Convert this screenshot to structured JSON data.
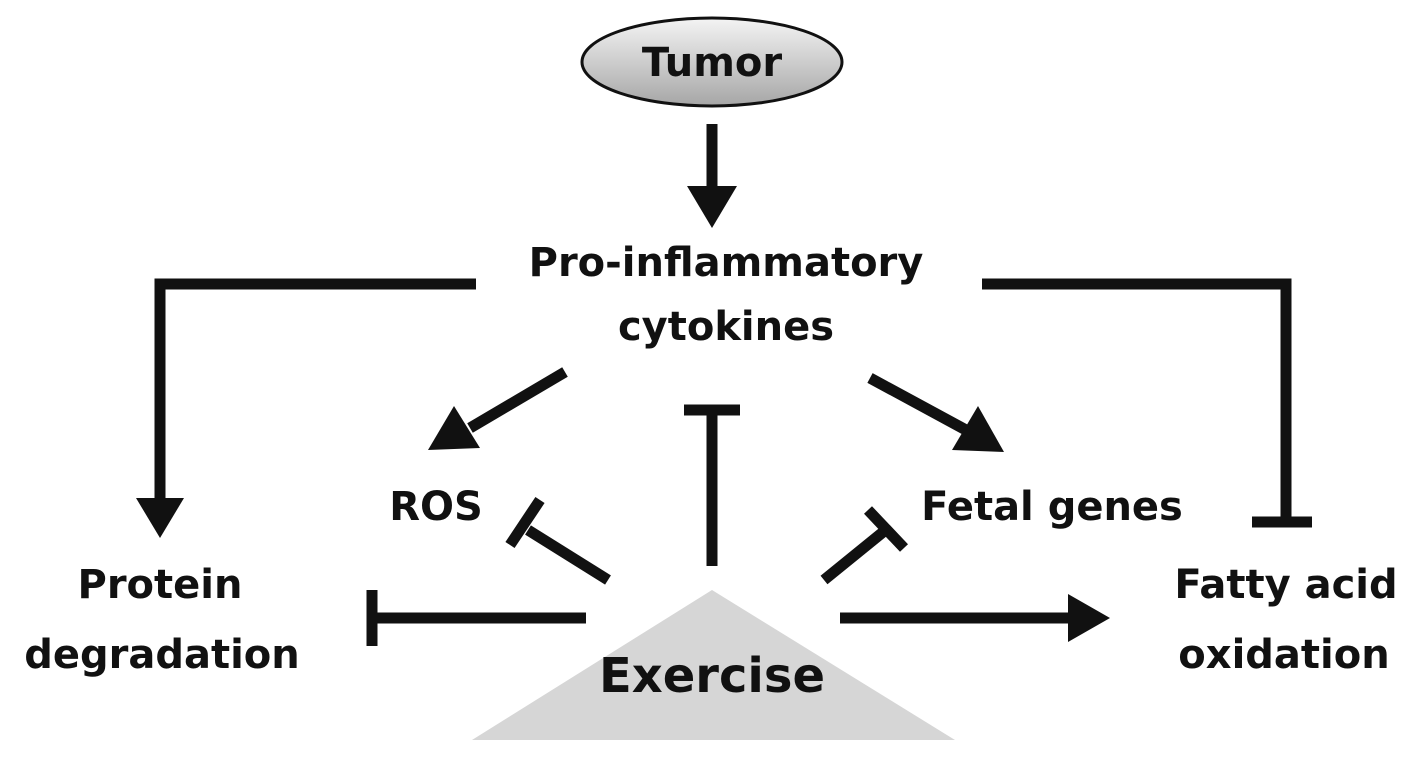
{
  "nodes": {
    "tumor": "Tumor",
    "cytokines_line1": "Pro-inflammatory",
    "cytokines_line2": "cytokines",
    "ros": "ROS",
    "fetal_genes": "Fetal genes",
    "protein_line1": "Protein",
    "protein_line2": "degradation",
    "fatty_line1": "Fatty acid",
    "fatty_line2": "oxidation",
    "exercise": "Exercise"
  },
  "colors": {
    "stroke": "#111111",
    "tumor_fill_light": "#f2f2f2",
    "tumor_fill_dark": "#a9a9a9",
    "exercise_triangle": "#d6d6d6"
  }
}
